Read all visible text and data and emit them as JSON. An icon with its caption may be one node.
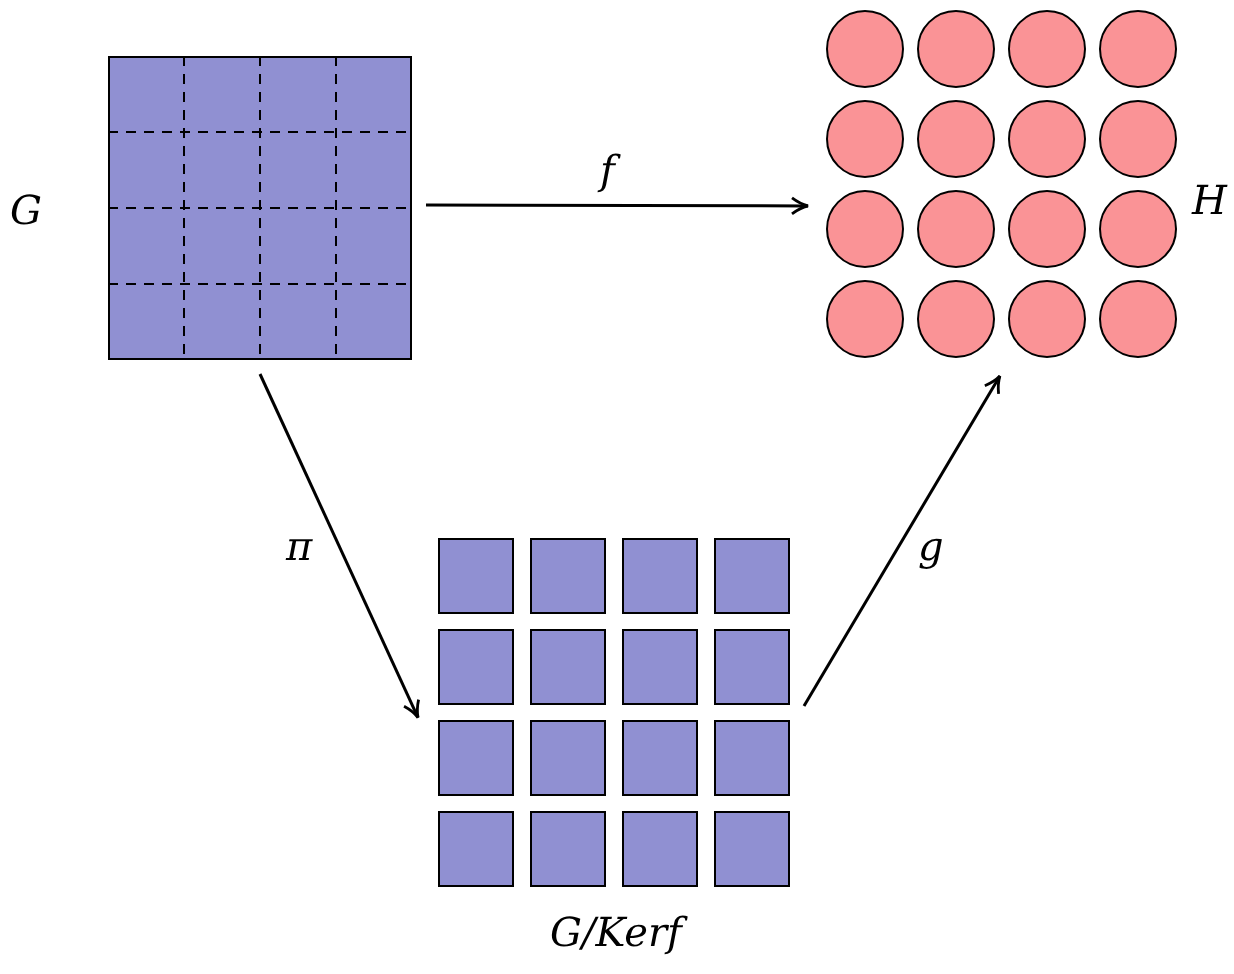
{
  "diagram": {
    "nodes": [
      {
        "text": [
          "G"
        ]
      },
      {
        "text": [
          "H"
        ]
      },
      {
        "text": [
          "G/Kerf"
        ]
      }
    ],
    "edges": [
      {
        "from": 0,
        "to": 1,
        "arrow": "to",
        "label": "f"
      },
      {
        "from": 0,
        "to": 2,
        "arrow": "to",
        "label": "π"
      },
      {
        "from": 2,
        "to": 1,
        "arrow": "to",
        "label": "g"
      }
    ]
  }
}
